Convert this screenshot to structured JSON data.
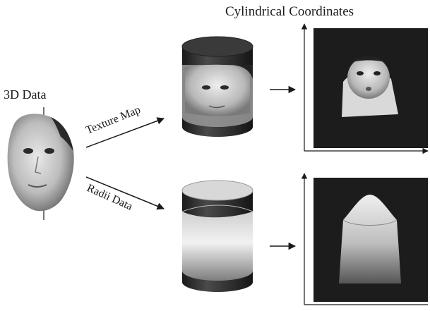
{
  "title": "Cylindrical Coordinates",
  "source_label": "3D Data",
  "arrow_labels": {
    "texture": "Texture Map",
    "radii": "Radii Data"
  },
  "colors": {
    "ink": "#1a1a1a",
    "panel_bg": "#1c1c1c",
    "cylinder_dark": "#2a2a2a",
    "skin_light": "#d9d9d9"
  }
}
